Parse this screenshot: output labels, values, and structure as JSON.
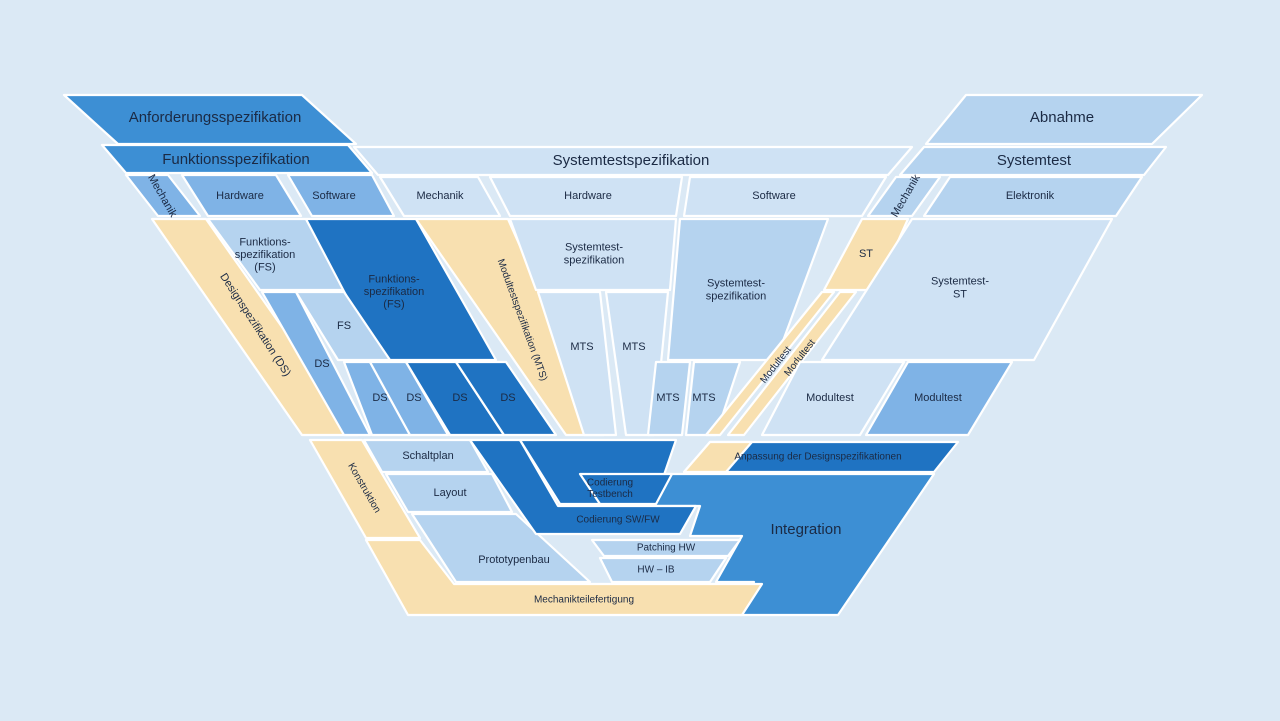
{
  "colors": {
    "background": "#dbe9f5",
    "light": "#b5d3ef",
    "medium": "#7fb3e6",
    "strong": "#3d8fd4",
    "dark": "#1f73c2",
    "beige": "#f8e0b0",
    "pale": "#cfe2f4",
    "edge": "#ffffff"
  },
  "left": {
    "anforderung": "Anforderungsspezifikation",
    "funktion": "Funktionsspezifikation",
    "mechanik": "Mechanik",
    "hardware": "Hardware",
    "software": "Software",
    "designspezifikation": "Designspezifikation (DS)",
    "fs_hw": "Funktions-\nspezifikation\n(FS)",
    "fs_sw": "Funktions-\nspezifikation\n(FS)",
    "fs": "FS",
    "ds1": "DS",
    "ds2": "DS",
    "ds3": "DS",
    "ds4": "DS",
    "ds5": "DS"
  },
  "middle": {
    "systemtestspezifikation": "Systemtestspezifikation",
    "mechanik": "Mechanik",
    "hardware": "Hardware",
    "software": "Software",
    "modultestspezifikation": "Modultestspezifikation (MTS)",
    "sts_hw": "Systemtest-\nspezifikation",
    "sts_sw": "Systemtest-\nspezifikation",
    "mts1": "MTS",
    "mts2": "MTS",
    "mts3": "MTS",
    "mts4": "MTS"
  },
  "right": {
    "abnahme": "Abnahme",
    "systemtest": "Systemtest",
    "mechanik": "Mechanik",
    "elektronik": "Elektronik",
    "st": "ST",
    "systemtest_st": "Systemtest-\nST",
    "modultest_a": "Modultest",
    "modultest_b": "Modultest",
    "modultest_diag1": "Modultest",
    "modultest_diag2": "Modultest"
  },
  "bottom": {
    "konstruktion": "Konstruktion",
    "schaltplan": "Schaltplan",
    "layout": "Layout",
    "prototypenbau": "Prototypenbau",
    "mechanikteilefertigung": "Mechanikteilefertigung",
    "codierung_testbench": "Codierung\nTestbench",
    "codierung_swfw": "Codierung SW/FW",
    "patching_hw": "Patching HW",
    "hw_ib": "HW – IB",
    "anpassung": "Anpassung der Designspezifikationen",
    "integration": "Integration"
  }
}
